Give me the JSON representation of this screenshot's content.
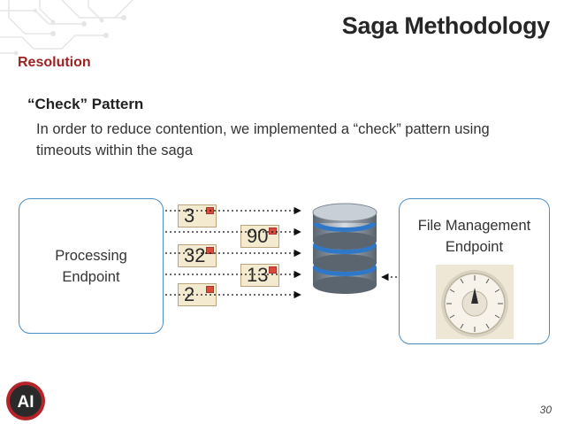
{
  "slide": {
    "title": "Saga Methodology",
    "subtitle": "Resolution",
    "heading": "“Check” Pattern",
    "body": "In order to reduce contention, we implemented a “check” pattern using timeouts within the saga",
    "page_number": "30"
  },
  "diagram": {
    "left_box": {
      "line1": "Processing",
      "line2": "Endpoint"
    },
    "right_box": {
      "line1": "File Management",
      "line2": "Endpoint"
    },
    "messages": [
      "3",
      "90",
      "32",
      "13",
      "2"
    ],
    "logo_text": "AI"
  },
  "colors": {
    "title": "#262626",
    "subtitle": "#9a2424",
    "box_border": "#4a8ec6",
    "envelope": "#f3ead0",
    "stamp": "#d64b3a",
    "database": "#2f78c8",
    "logo_ring": "#b4242a"
  },
  "icons": [
    "circuit-decoration-icon",
    "database-icon",
    "kitchen-timer-icon",
    "stamp-icon",
    "logo-icon"
  ]
}
